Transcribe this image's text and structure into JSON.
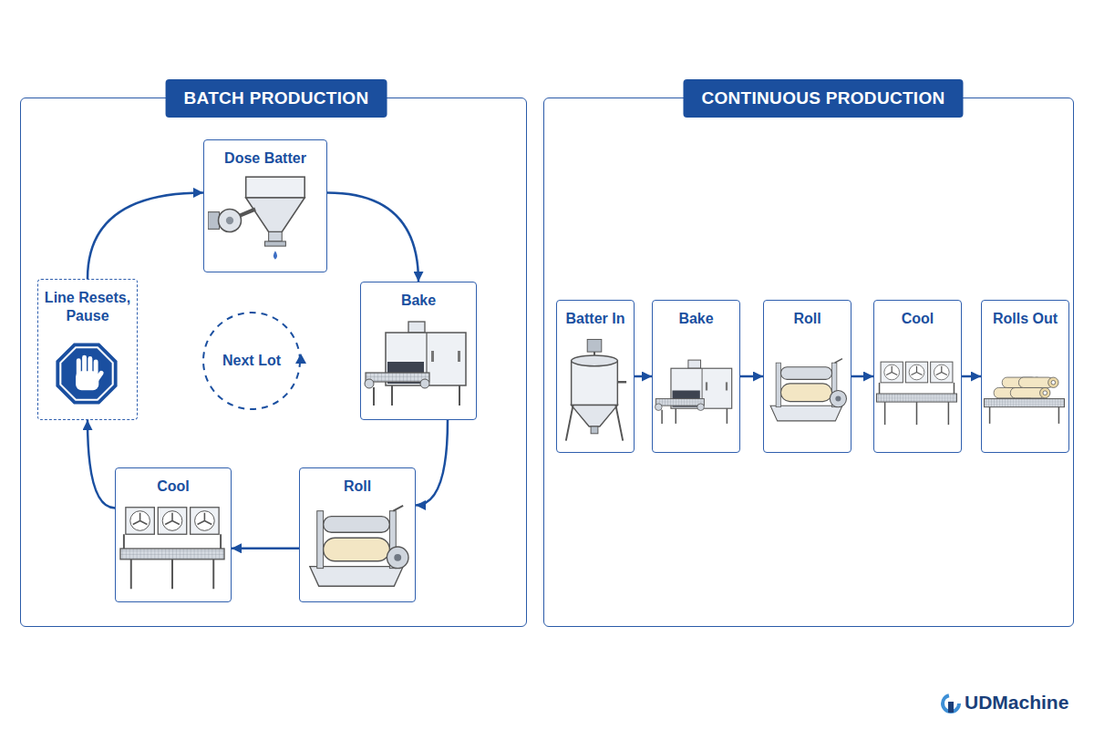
{
  "diagram": {
    "nodes": [
      {
        "text": [
          "BATCH PRODUCTION"
        ]
      },
      {
        "text": [
          "Dose Batter"
        ],
        "in": 0
      },
      {
        "text": [
          "Bake"
        ],
        "in": 0
      },
      {
        "text": [
          "Roll"
        ],
        "in": 0
      },
      {
        "text": [
          "Cool"
        ],
        "in": 0
      },
      {
        "text": [
          "Line Resets, Pause"
        ],
        "in": 0
      },
      {
        "text": [
          "Next Lot"
        ],
        "in": 0
      },
      {
        "text": [
          "CONTINUOUS PRODUCTION"
        ]
      },
      {
        "text": [
          "Batter In"
        ],
        "in": 7
      },
      {
        "text": [
          "Bake"
        ],
        "in": 7
      },
      {
        "text": [
          "Roll"
        ],
        "in": 7
      },
      {
        "text": [
          "Cool"
        ],
        "in": 7
      },
      {
        "text": [
          "Rolls Out"
        ],
        "in": 7
      }
    ],
    "edges": [
      {
        "from": 1,
        "to": 2,
        "arrow": "to"
      },
      {
        "from": 2,
        "to": 3,
        "arrow": "to"
      },
      {
        "from": 3,
        "to": 4,
        "arrow": "to"
      },
      {
        "from": 4,
        "to": 5,
        "arrow": "to"
      },
      {
        "from": 5,
        "to": 1,
        "arrow": "to"
      },
      {
        "from": 8,
        "to": 9,
        "arrow": "to"
      },
      {
        "from": 9,
        "to": 10,
        "arrow": "to"
      },
      {
        "from": 10,
        "to": 11,
        "arrow": "to"
      },
      {
        "from": 11,
        "to": 12,
        "arrow": "to"
      }
    ],
    "labels": [
      "UDMachine"
    ]
  }
}
